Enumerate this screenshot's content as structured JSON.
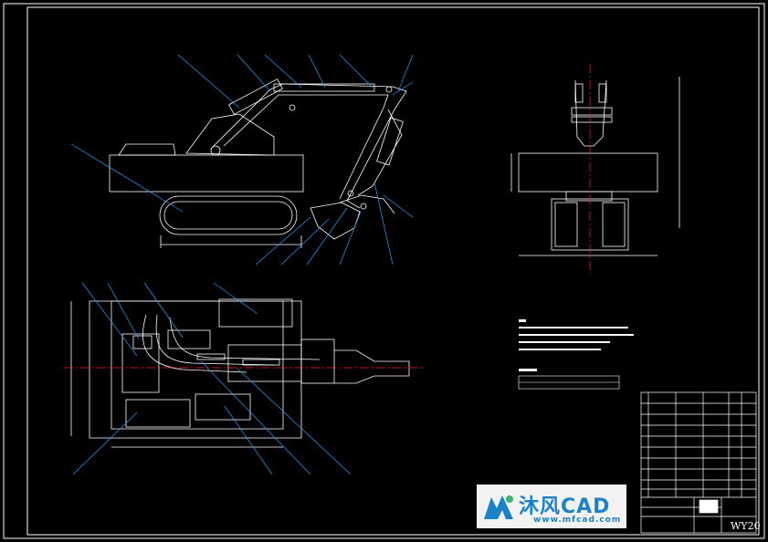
{
  "watermark": {
    "brand": "沐风CAD",
    "url": "www.mfcad.com"
  },
  "title_block": {
    "drawing_code": "WY20"
  },
  "colors": {
    "background": "#000000",
    "lines": "#ffffff",
    "leaders": "#1fa2ff",
    "centerline": "#ff2020",
    "watermark": "#1b82c8"
  }
}
